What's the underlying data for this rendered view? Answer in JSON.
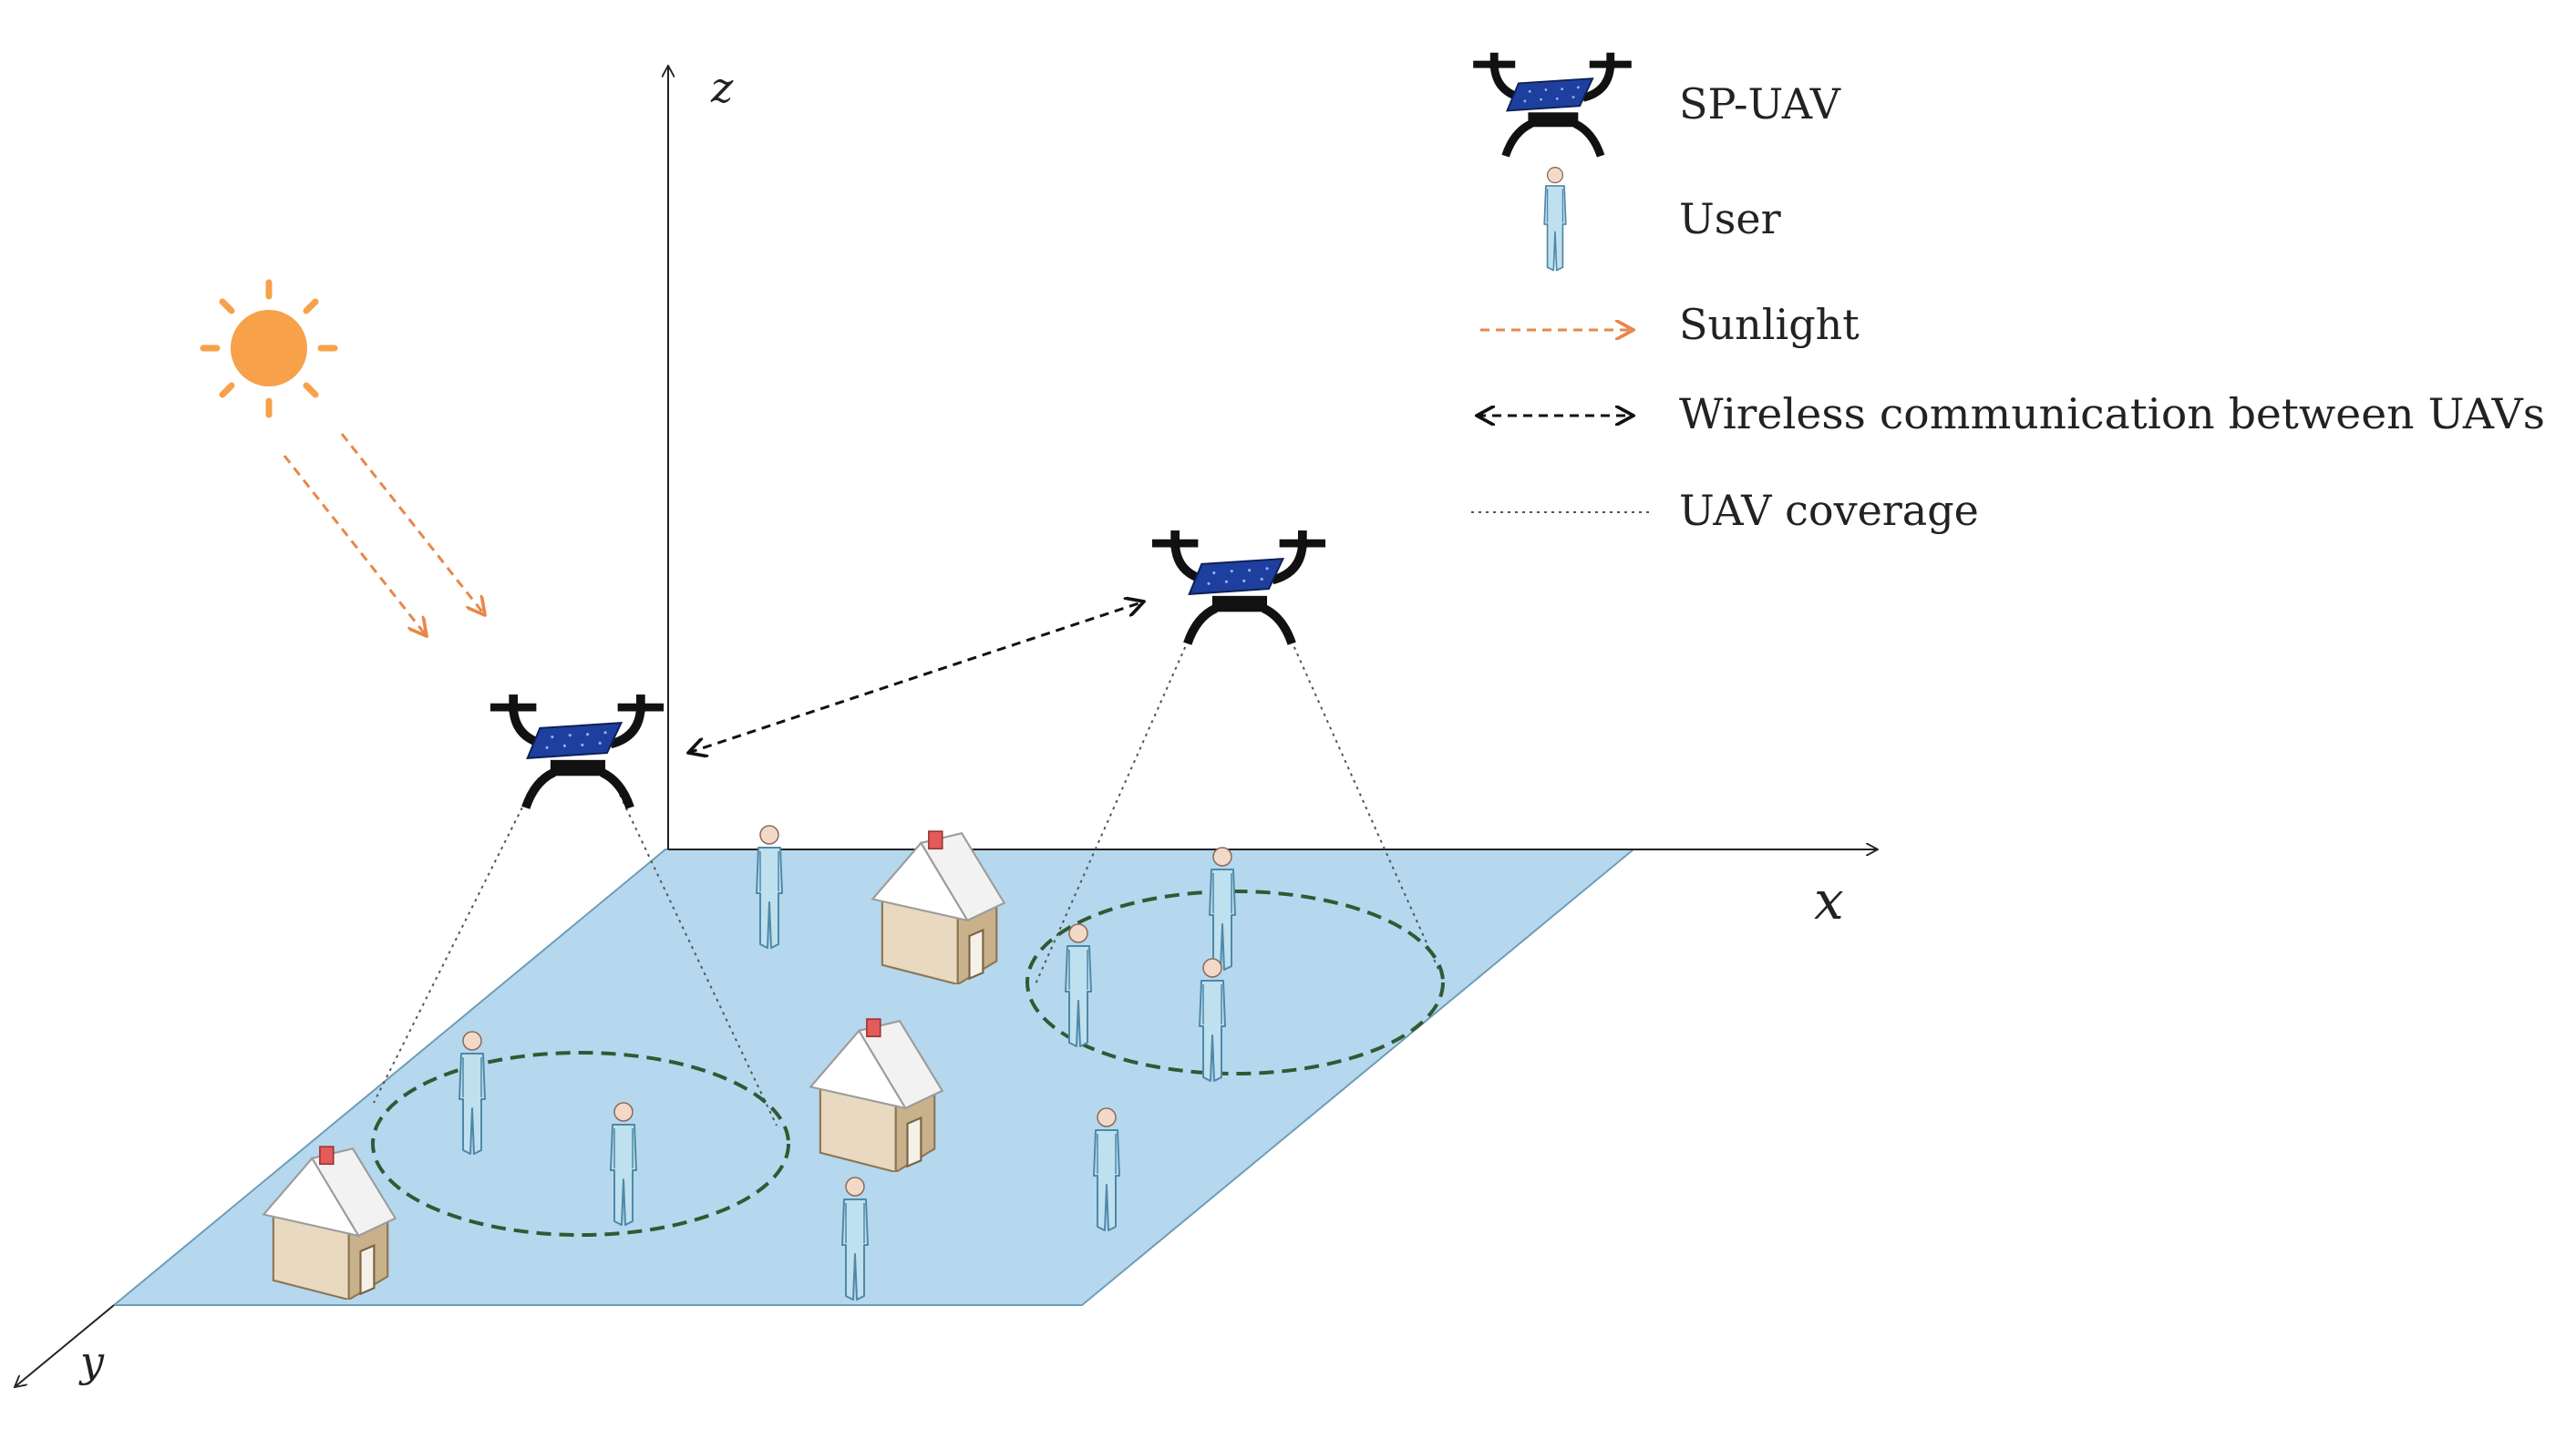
{
  "axes": {
    "x_label": "x",
    "y_label": "y",
    "z_label": "z"
  },
  "legend": [
    {
      "id": "sp-uav",
      "label": "SP-UAV",
      "icon": "drone-icon"
    },
    {
      "id": "user",
      "label": "User",
      "icon": "user-icon"
    },
    {
      "id": "sunlight",
      "label": "Sunlight",
      "icon": "orange-dashed-arrow"
    },
    {
      "id": "wireless",
      "label": "Wireless communication between UAVs",
      "icon": "black-dashed-double-arrow"
    },
    {
      "id": "coverage",
      "label": "UAV coverage",
      "icon": "dotted-line"
    }
  ],
  "colors": {
    "ground": "#b5d8ee",
    "sun": "#f7a14a",
    "sunlight_arrow": "#e8874a",
    "coverage_circle": "#2f5a34",
    "solar_panel": "#1e3f9e",
    "user_body": "#bfe0ef"
  }
}
